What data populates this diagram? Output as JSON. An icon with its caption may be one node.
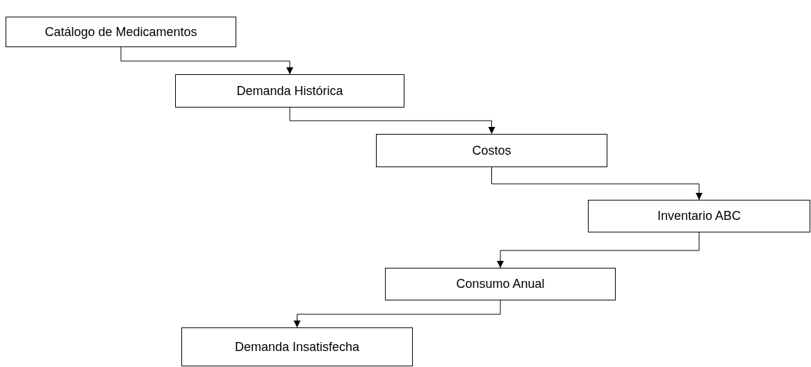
{
  "diagram": {
    "nodes": [
      {
        "text": [
          "Catálogo de Medicamentos"
        ]
      },
      {
        "text": [
          "Demanda Histórica"
        ]
      },
      {
        "text": [
          "Costos"
        ]
      },
      {
        "text": [
          "Inventario ABC"
        ]
      },
      {
        "text": [
          "Consumo Anual"
        ]
      },
      {
        "text": [
          "Demanda Insatisfecha"
        ]
      }
    ],
    "edges": [
      {
        "from": 0,
        "to": 1,
        "arrow": "to"
      },
      {
        "from": 1,
        "to": 2,
        "arrow": "to"
      },
      {
        "from": 2,
        "to": 3,
        "arrow": "to"
      },
      {
        "from": 3,
        "to": 4,
        "arrow": "to"
      },
      {
        "from": 4,
        "to": 5,
        "arrow": "to"
      }
    ]
  }
}
